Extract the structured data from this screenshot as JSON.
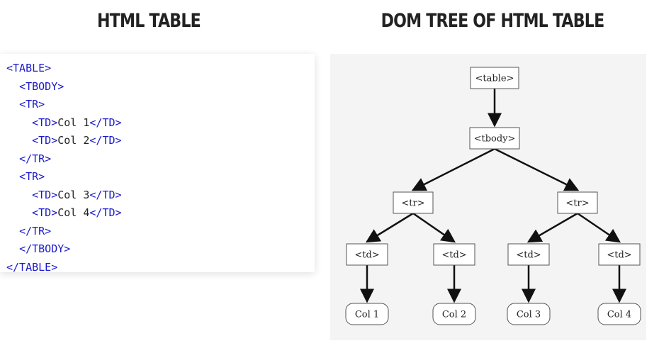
{
  "left_title": "HTML TABLE",
  "right_title": "DOM TREE OF HTML TABLE",
  "code_lines": [
    {
      "indent": 0,
      "parts": [
        {
          "t": "tag",
          "v": "<TABLE>"
        }
      ]
    },
    {
      "indent": 2,
      "parts": [
        {
          "t": "tag",
          "v": "<TBODY>"
        }
      ]
    },
    {
      "indent": 2,
      "parts": [
        {
          "t": "tag",
          "v": "<TR>"
        }
      ]
    },
    {
      "indent": 4,
      "parts": [
        {
          "t": "tag",
          "v": "<TD>"
        },
        {
          "t": "text",
          "v": "Col 1"
        },
        {
          "t": "tag",
          "v": "</TD>"
        }
      ]
    },
    {
      "indent": 4,
      "parts": [
        {
          "t": "tag",
          "v": "<TD>"
        },
        {
          "t": "text",
          "v": "Col 2"
        },
        {
          "t": "tag",
          "v": "</TD>"
        }
      ]
    },
    {
      "indent": 2,
      "parts": [
        {
          "t": "tag",
          "v": "</TR>"
        }
      ]
    },
    {
      "indent": 2,
      "parts": [
        {
          "t": "tag",
          "v": "<TR>"
        }
      ]
    },
    {
      "indent": 4,
      "parts": [
        {
          "t": "tag",
          "v": "<TD>"
        },
        {
          "t": "text",
          "v": "Col 3"
        },
        {
          "t": "tag",
          "v": "</TD>"
        }
      ]
    },
    {
      "indent": 4,
      "parts": [
        {
          "t": "tag",
          "v": "<TD>"
        },
        {
          "t": "text",
          "v": "Col 4"
        },
        {
          "t": "tag",
          "v": "</TD>"
        }
      ]
    },
    {
      "indent": 2,
      "parts": [
        {
          "t": "tag",
          "v": "</TR>"
        }
      ]
    },
    {
      "indent": 2,
      "parts": [
        {
          "t": "tag",
          "v": "</TBODY>"
        }
      ]
    },
    {
      "indent": 0,
      "parts": [
        {
          "t": "tag",
          "v": "</TABLE>"
        }
      ]
    }
  ],
  "tree_nodes": {
    "table": "<table>",
    "tbody": "<tbody>",
    "tr1": "<tr>",
    "tr2": "<tr>",
    "td1": "<td>",
    "td2": "<td>",
    "td3": "<td>",
    "td4": "<td>",
    "col1": "Col 1",
    "col2": "Col 2",
    "col3": "Col 3",
    "col4": "Col 4"
  },
  "colors": {
    "tag": "#1a1acc",
    "text": "#222222",
    "tree_background": "#f4f4f4"
  }
}
